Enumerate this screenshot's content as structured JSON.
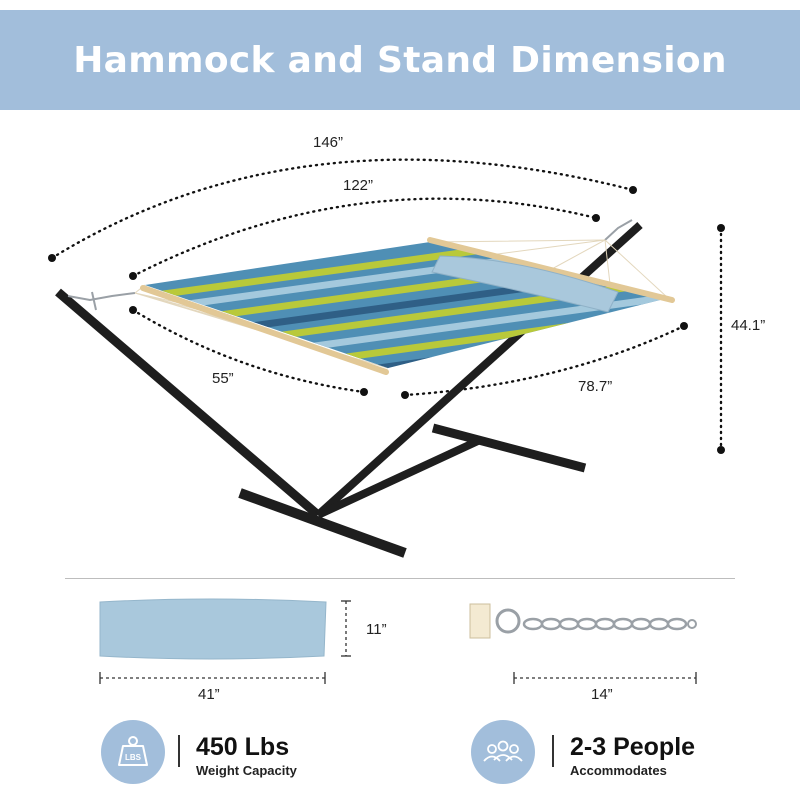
{
  "title": "Hammock and Stand Dimension",
  "dimensions": {
    "overall_length": "146”",
    "bed_length": "122”",
    "bed_width": "55”",
    "stand_width": "78.7”",
    "height": "44.1”"
  },
  "accessories": {
    "pillow_height": "11”",
    "pillow_length": "41”",
    "chain_length": "14”"
  },
  "features": [
    {
      "icon": "weight-icon",
      "icon_text": "LBS",
      "value": "450 Lbs",
      "label": "Weight Capacity"
    },
    {
      "icon": "people-icon",
      "value": "2-3 People",
      "label": "Accommodates"
    }
  ],
  "colors": {
    "header": "#a2bedb",
    "stand": "#1e1e1e",
    "stripe_blue": "#4f8fb5",
    "stripe_green": "#b9c93a",
    "pillow": "#a9c8dc"
  }
}
